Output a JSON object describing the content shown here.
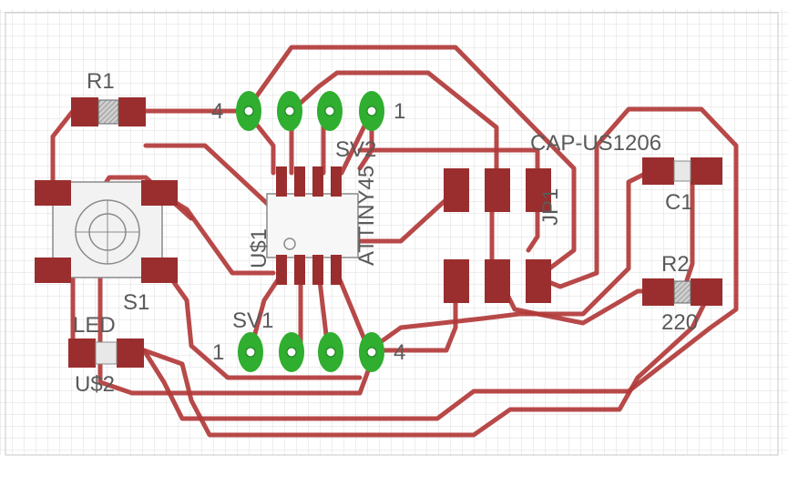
{
  "labels": {
    "r1": "R1",
    "s1": "S1",
    "led": "LED",
    "u2": "U$2",
    "u1": "U$1",
    "sv1": "SV1",
    "sv2": "SV2",
    "attiny": "ATTINY45",
    "cap": "CAP-US1206",
    "c1": "C1",
    "r2": "R2",
    "r2_value": "220",
    "jp1": "JP1",
    "sv2_pin4": "4",
    "sv2_pin1": "1",
    "sv1_pin1": "1",
    "sv1_pin4": "4"
  },
  "colors": {
    "trace": "#b23a3a",
    "pad": "#9a2e2e",
    "header": "#2fae2f",
    "grid": "#dcdcdc",
    "label": "#5a5a5a"
  }
}
